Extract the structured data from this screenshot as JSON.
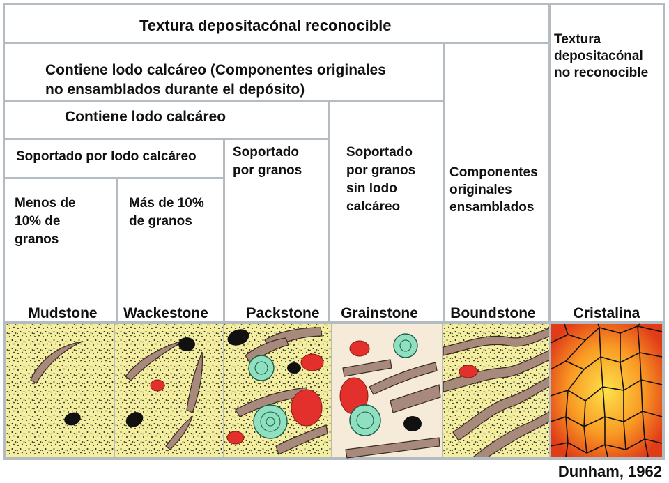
{
  "header": {
    "recognizable": "Textura depositacónal reconocible",
    "not_recognizable": "Textura\ndepositacónal\nno reconocible"
  },
  "rows": {
    "row2_left": "Contiene lodo calcáreo (Componentes originales\nno ensamblados durante el depósito)",
    "row3_left": "Contiene lodo calcáreo",
    "row4_left": "Soportado por lodo calcáreo",
    "packstone_desc": "Soportado\npor granos",
    "grainstone_desc": "Soportado\npor granos\nsin lodo\ncalcáreo",
    "boundstone_desc": "Componentes\noriginales\nensamblados",
    "mudstone_desc": "Menos de\n10% de\ngranos",
    "wackestone_desc": "Más de 10%\nde granos"
  },
  "columns": [
    "Mudstone",
    "Wackestone",
    "Packstone",
    "Grainstone",
    "Boundstone",
    "Cristalina"
  ],
  "credit": "Dunham, 1962",
  "colors": {
    "border": "#b4bcc2",
    "matrix": "#f4eea0",
    "grainstone_bg": "#f6ebd8",
    "bioclast": "#a88a7c",
    "oolite_red": "#e4302c",
    "foram_green": "#8ee0c0",
    "pellet_black": "#111111",
    "crystal_hot": "#fde24a",
    "crystal_edge": "#e5451b"
  }
}
